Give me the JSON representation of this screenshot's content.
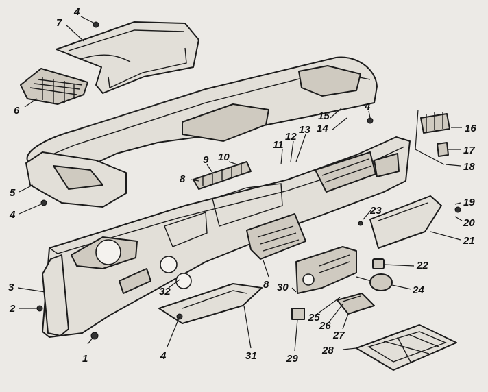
{
  "callouts": [
    {
      "id": "c1",
      "text": "1"
    },
    {
      "id": "c2",
      "text": "2"
    },
    {
      "id": "c3",
      "text": "3"
    },
    {
      "id": "c4a",
      "text": "4"
    },
    {
      "id": "c4b",
      "text": "4"
    },
    {
      "id": "c4c",
      "text": "4"
    },
    {
      "id": "c4d",
      "text": "4"
    },
    {
      "id": "c5",
      "text": "5"
    },
    {
      "id": "c6",
      "text": "6"
    },
    {
      "id": "c7",
      "text": "7"
    },
    {
      "id": "c8a",
      "text": "8"
    },
    {
      "id": "c8b",
      "text": "8"
    },
    {
      "id": "c9",
      "text": "9"
    },
    {
      "id": "c10",
      "text": "10"
    },
    {
      "id": "c11",
      "text": "11"
    },
    {
      "id": "c12",
      "text": "12"
    },
    {
      "id": "c13",
      "text": "13"
    },
    {
      "id": "c14",
      "text": "14"
    },
    {
      "id": "c15",
      "text": "15"
    },
    {
      "id": "c16",
      "text": "16"
    },
    {
      "id": "c17",
      "text": "17"
    },
    {
      "id": "c18",
      "text": "18"
    },
    {
      "id": "c19",
      "text": "19"
    },
    {
      "id": "c20",
      "text": "20"
    },
    {
      "id": "c21",
      "text": "21"
    },
    {
      "id": "c22",
      "text": "22"
    },
    {
      "id": "c23",
      "text": "23"
    },
    {
      "id": "c24",
      "text": "24"
    },
    {
      "id": "c25",
      "text": "25"
    },
    {
      "id": "c26",
      "text": "26"
    },
    {
      "id": "c27",
      "text": "27"
    },
    {
      "id": "c28",
      "text": "28"
    },
    {
      "id": "c29",
      "text": "29"
    },
    {
      "id": "c30",
      "text": "30"
    },
    {
      "id": "c31",
      "text": "31"
    },
    {
      "id": "c32",
      "text": "32"
    }
  ]
}
